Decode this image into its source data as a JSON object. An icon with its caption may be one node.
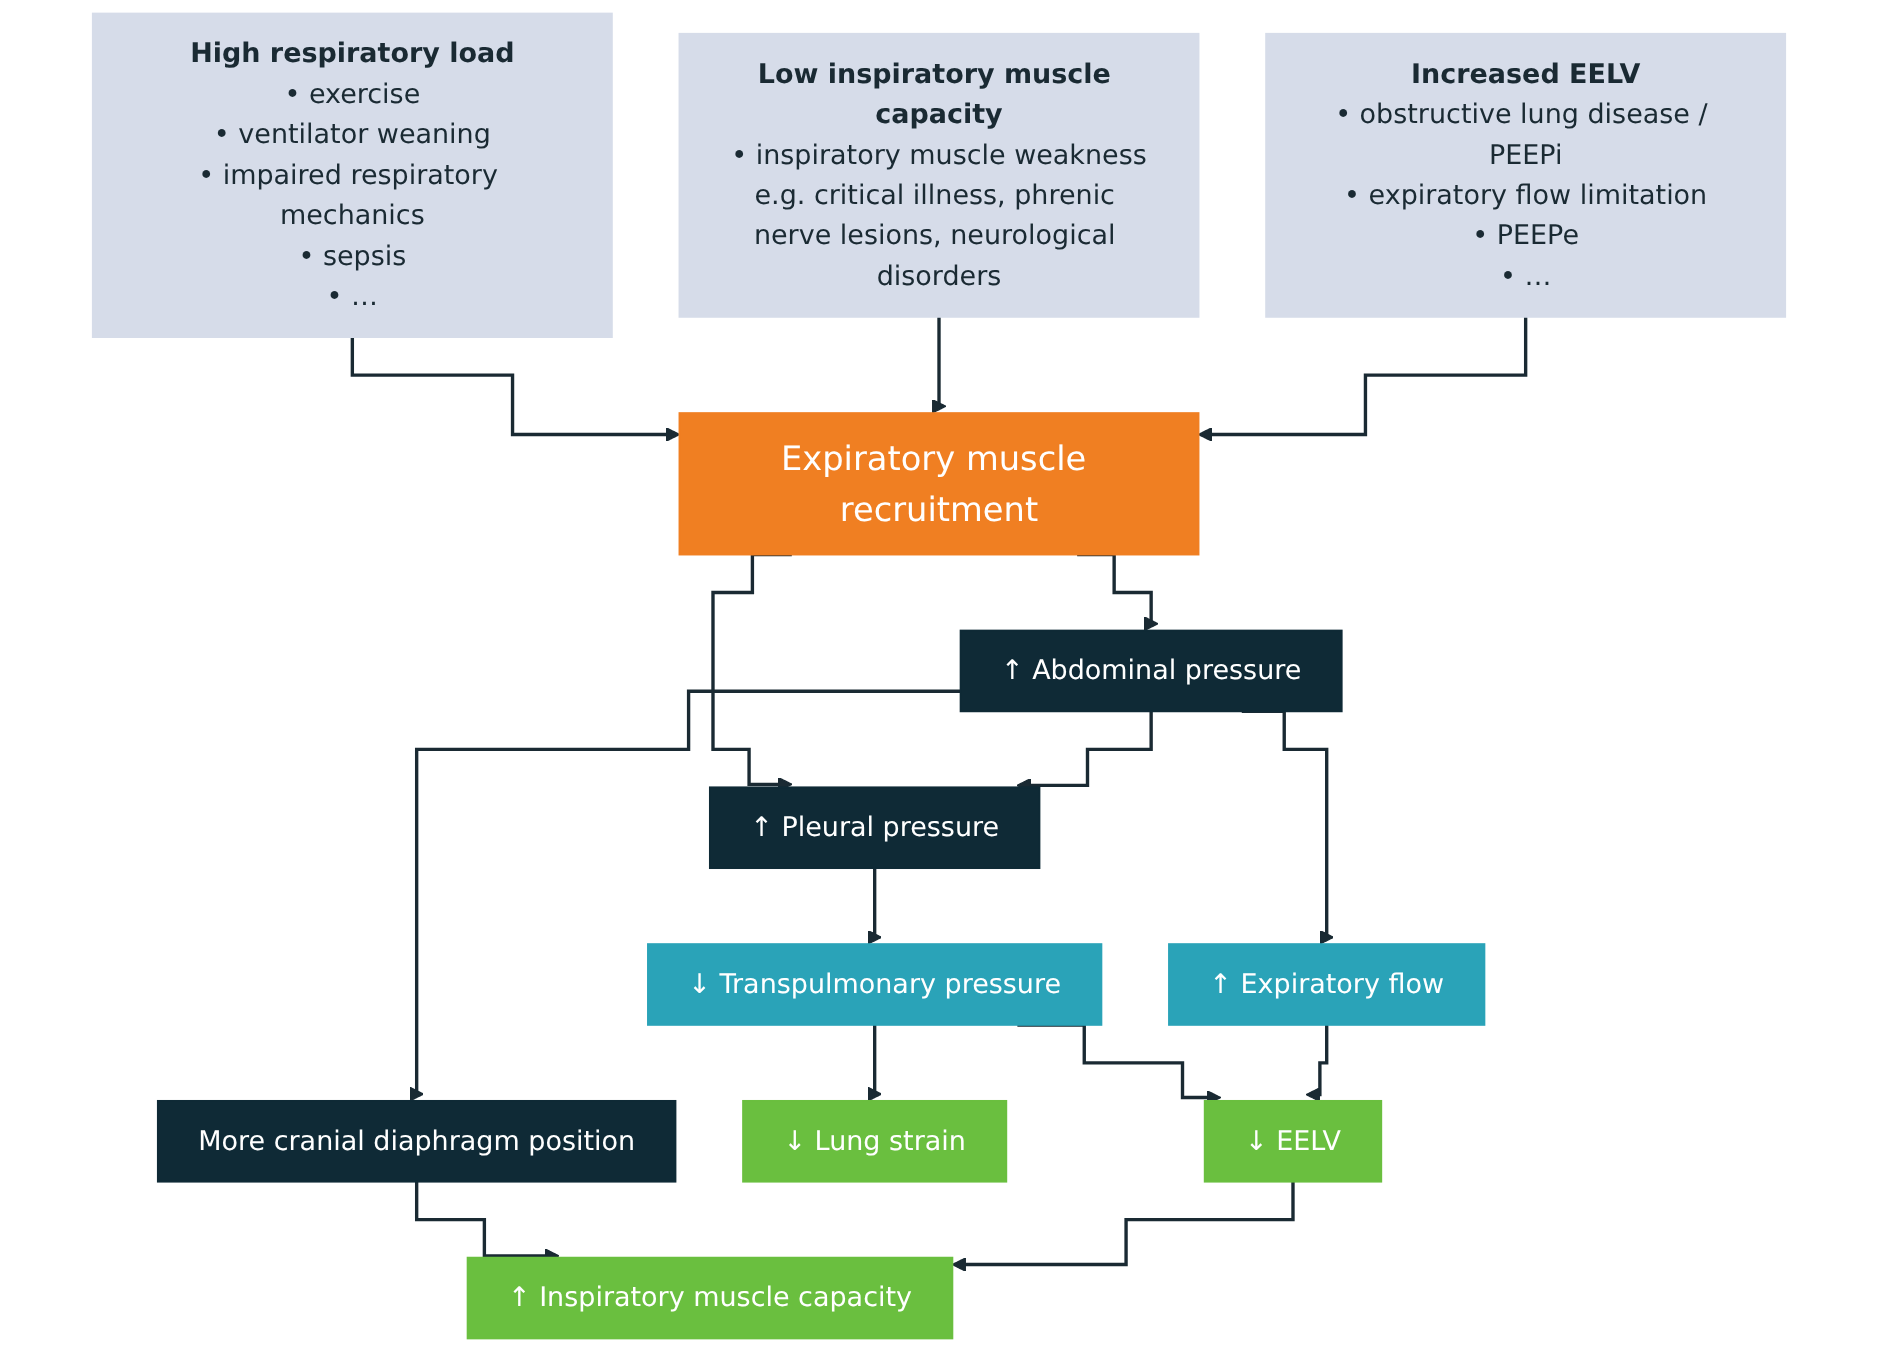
{
  "diagram": {
    "nodes": [
      {
        "text": [
          "High respiratory load",
          "• exercise",
          "• ventilator weaning",
          "• impaired respiratory mechanics",
          "• sepsis",
          "• …"
        ]
      },
      {
        "text": [
          "Low inspiratory muscle capacity",
          "• inspiratory muscle weakness",
          "e.g. critical illness, phrenic nerve lesions, neurological disorders"
        ]
      },
      {
        "text": [
          "Increased EELV",
          "• obstructive lung disease / PEEPi",
          "• expiratory flow limitation",
          "• PEEPe",
          "• …"
        ]
      },
      {
        "text": [
          "Expiratory muscle recruitment"
        ]
      },
      {
        "text": [
          "↑ Pleural pressure"
        ]
      },
      {
        "text": [
          "↑ Abdominal pressure"
        ]
      },
      {
        "text": [
          "More cranial diaphragm position"
        ]
      },
      {
        "text": [
          "↓ Transpulmonary pressure"
        ]
      },
      {
        "text": [
          "↑ Expiratory flow"
        ]
      },
      {
        "text": [
          "↓ Lung strain"
        ]
      },
      {
        "text": [
          "↓ EELV"
        ]
      },
      {
        "text": [
          "↑ Inspiratory muscle capacity"
        ]
      }
    ],
    "edges": [
      {
        "from": 0,
        "to": 3,
        "arrow": "to"
      },
      {
        "from": 1,
        "to": 3,
        "arrow": "to"
      },
      {
        "from": 2,
        "to": 3,
        "arrow": "to"
      },
      {
        "from": 3,
        "to": 4,
        "arrow": "to"
      },
      {
        "from": 3,
        "to": 5,
        "arrow": "to"
      },
      {
        "from": 5,
        "to": 4,
        "arrow": "to"
      },
      {
        "from": 5,
        "to": 6,
        "arrow": "to"
      },
      {
        "from": 4,
        "to": 7,
        "arrow": "to"
      },
      {
        "from": 5,
        "to": 8,
        "arrow": "to"
      },
      {
        "from": 7,
        "to": 9,
        "arrow": "to"
      },
      {
        "from": 7,
        "to": 10,
        "arrow": "to"
      },
      {
        "from": 8,
        "to": 10,
        "arrow": "to"
      },
      {
        "from": 6,
        "to": 11,
        "arrow": "to"
      },
      {
        "from": 10,
        "to": 11,
        "arrow": "to"
      }
    ]
  }
}
